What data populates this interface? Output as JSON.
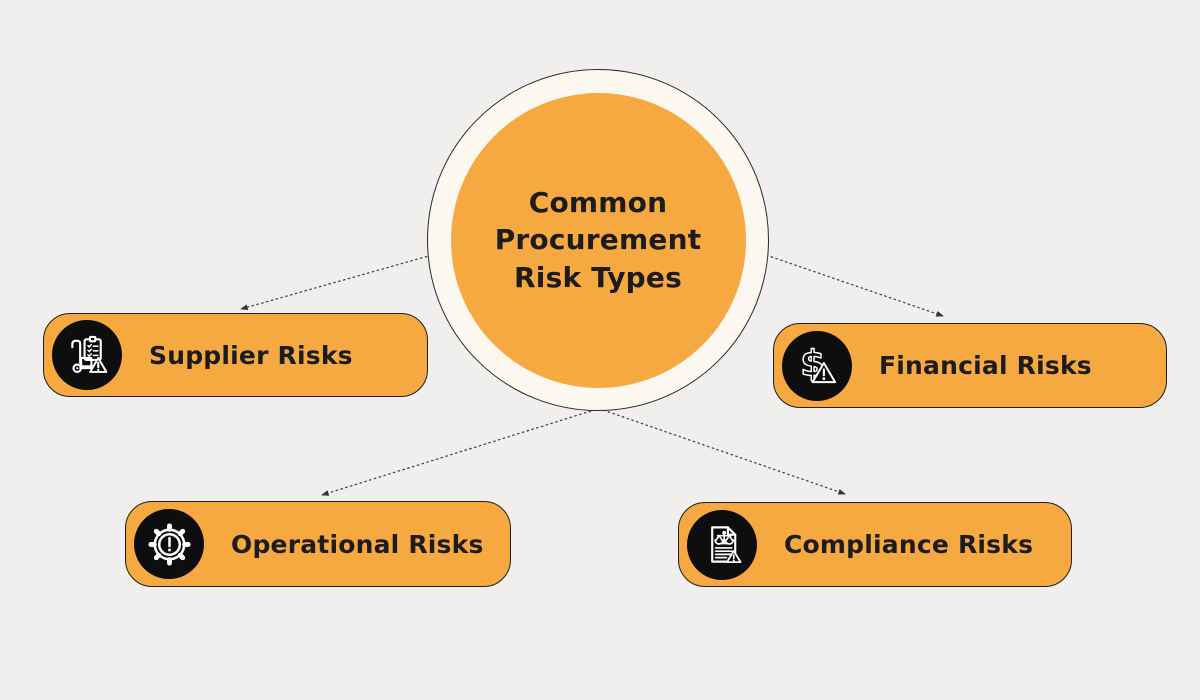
{
  "title": {
    "lines": [
      "Common",
      "Procurement",
      "Risk Types"
    ],
    "text": "Common Procurement Risk Types"
  },
  "nodes": [
    {
      "id": "supplier",
      "label": "Supplier Risks",
      "icon": "handtruck-clipboard-warning-icon"
    },
    {
      "id": "financial",
      "label": "Financial Risks",
      "icon": "dollar-warning-icon"
    },
    {
      "id": "operational",
      "label": "Operational Risks",
      "icon": "gear-exclamation-icon"
    },
    {
      "id": "compliance",
      "label": "Compliance Risks",
      "icon": "document-scales-warning-icon"
    }
  ],
  "connectors": [
    {
      "from": "center",
      "to": "supplier",
      "style": "dotted-arrow"
    },
    {
      "from": "center",
      "to": "financial",
      "style": "dotted-arrow"
    },
    {
      "from": "center",
      "to": "operational",
      "style": "dotted-arrow"
    },
    {
      "from": "center",
      "to": "compliance",
      "style": "dotted-arrow"
    }
  ],
  "colors": {
    "background": "#F0EFED",
    "accent_orange": "#F6A841",
    "ring_cream": "#FCF8F0",
    "icon_bg": "#0E0E0E",
    "icon_stroke": "#FFFFFF",
    "text": "#1C1C1C",
    "connector": "#3A3A3A"
  }
}
